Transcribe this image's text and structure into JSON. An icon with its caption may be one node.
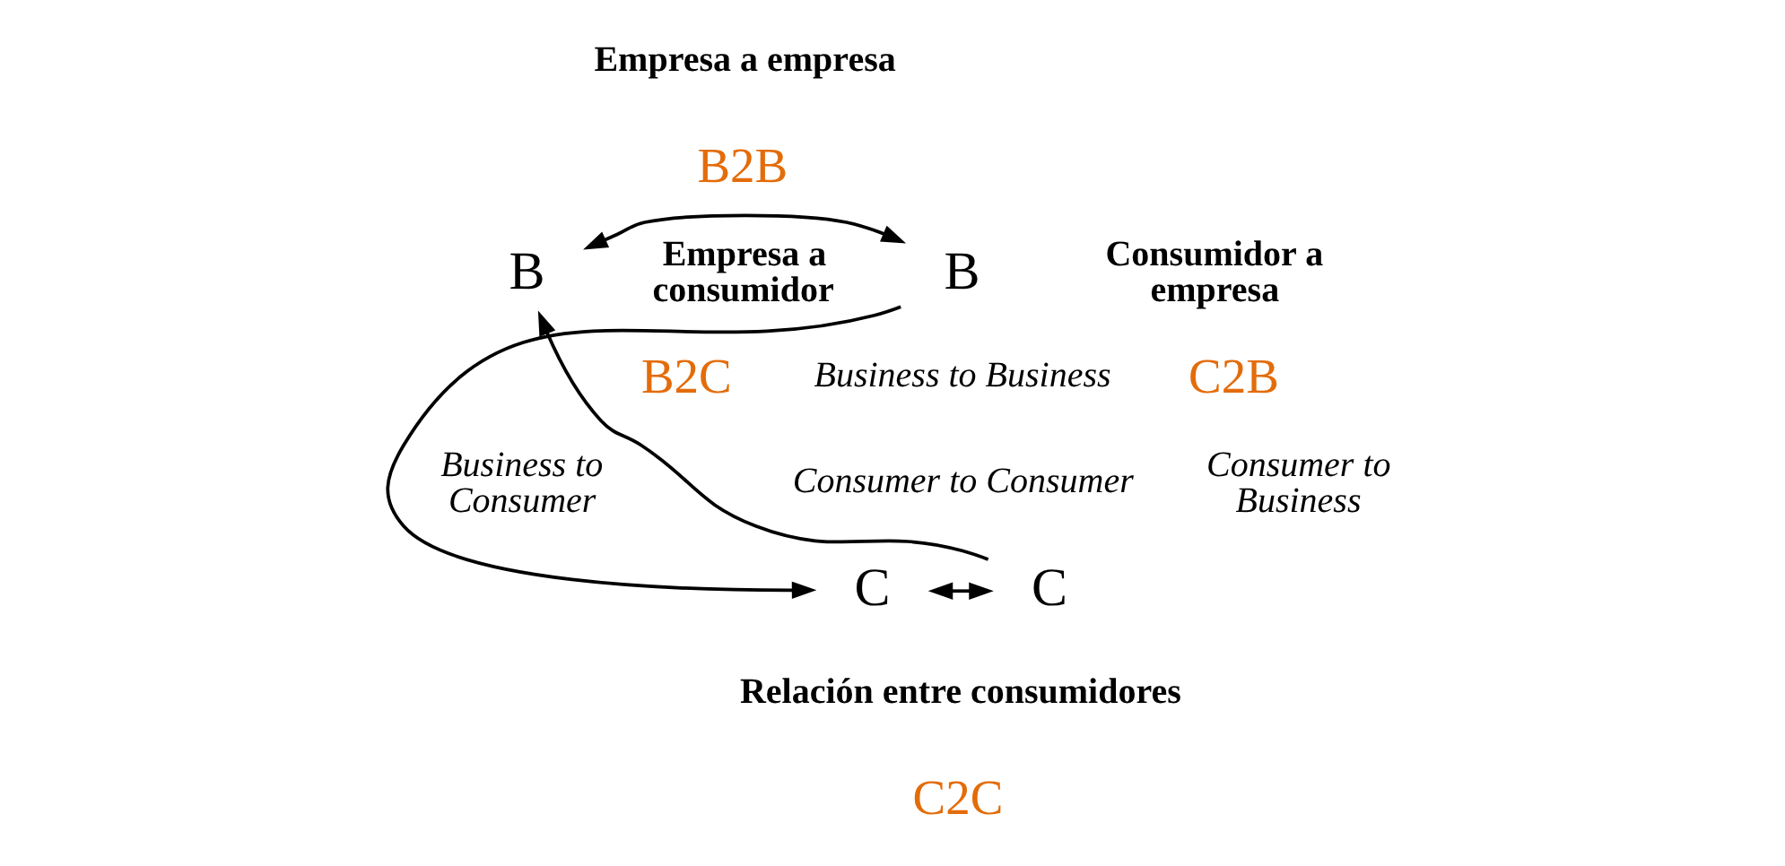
{
  "diagram": {
    "nodes": [
      {
        "text": [
          "B"
        ]
      },
      {
        "text": [
          "B"
        ]
      },
      {
        "text": [
          "C"
        ]
      },
      {
        "text": [
          "C"
        ]
      }
    ],
    "edges": [
      {
        "from": 0,
        "to": 1,
        "arrow": "both"
      },
      {
        "from": 0,
        "to": 2,
        "arrow": "to"
      },
      {
        "from": 3,
        "to": 1,
        "arrow": "to"
      },
      {
        "from": 2,
        "to": 3,
        "arrow": "both"
      }
    ],
    "labels": [
      "Empresa a empresa",
      "B2B",
      "Business to Business",
      "Empresa a consumidor",
      "B2C",
      "Business to Consumer",
      "Consumidor a empresa",
      "C2B",
      "Consumer to Business",
      "Consumer to Consumer",
      "Relación entre consumidores",
      "C2C"
    ]
  }
}
